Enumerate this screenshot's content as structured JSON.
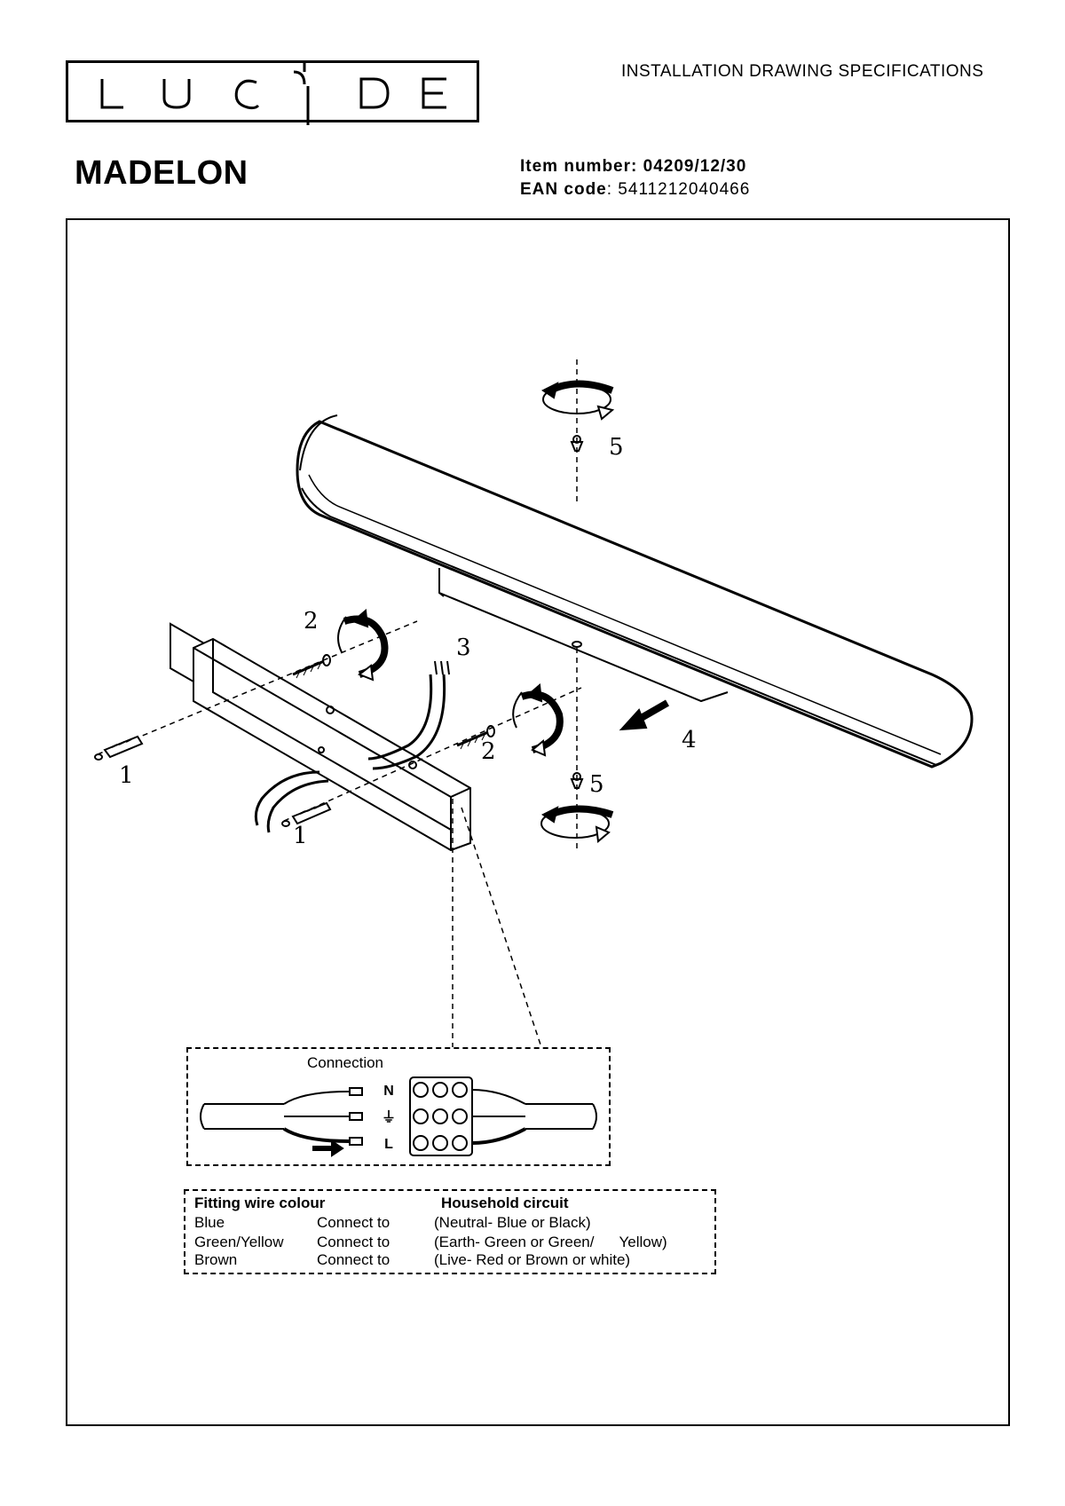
{
  "header": {
    "logo_text": "LUCIDE",
    "document_type": "INSTALLATION DRAWING SPECIFICATIONS",
    "product_name": "MADELON",
    "item_number_label": "Item number:",
    "item_number": "04209/12/30",
    "ean_label": "EAN code",
    "ean_code": ": 5411212040466"
  },
  "drawing": {
    "callouts": [
      "1",
      "1",
      "2",
      "2",
      "3",
      "4",
      "5",
      "5"
    ],
    "terminal_labels": [
      "N",
      "⏚",
      "L"
    ]
  },
  "connection": {
    "label": "Connection"
  },
  "wire_table": {
    "col_fitting": "Fitting wire colour",
    "col_household": "Household circuit",
    "rows": [
      {
        "colour": "Blue",
        "action": "Connect to",
        "household": "(Neutral- Blue or Black)"
      },
      {
        "colour": "Green/Yellow",
        "action": "Connect to",
        "household": "(Earth- Green or Green/      Yellow)"
      },
      {
        "colour": "Brown",
        "action": "Connect to",
        "household": "(Live- Red or Brown or white)"
      }
    ]
  },
  "colors": {
    "ink": "#000000",
    "paper": "#ffffff"
  }
}
